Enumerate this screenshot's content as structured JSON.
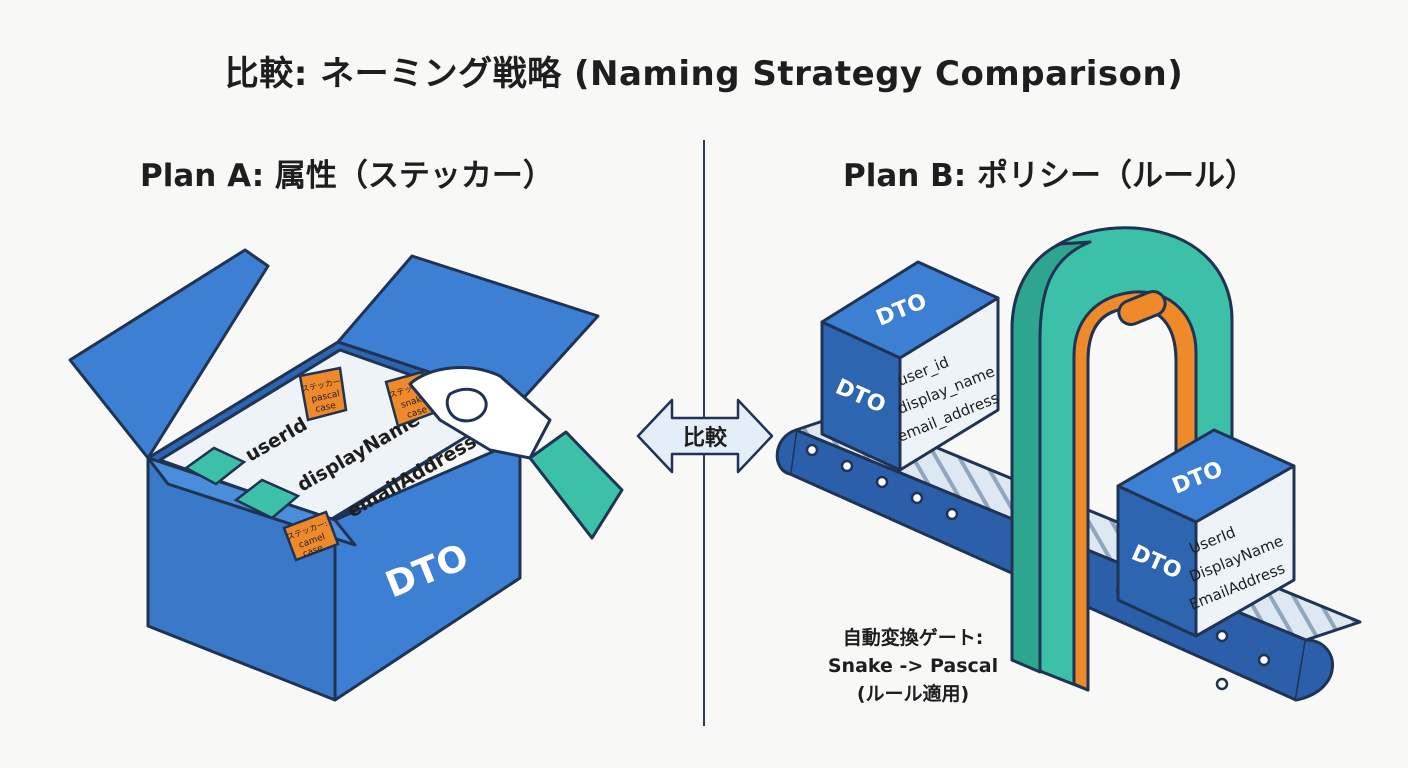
{
  "title": "比較: ネーミング戦略 (Naming Strategy Comparison)",
  "plan_a": {
    "title": "Plan A: 属性（ステッカー）",
    "box_label": "DTO",
    "fields": [
      "userId",
      "displayName",
      "emailAddress"
    ],
    "stickers": [
      {
        "line1": "ステッカー:",
        "line2": "pascal",
        "line3": "case"
      },
      {
        "line1": "ステッカー:",
        "line2": "snake",
        "line3": "case"
      },
      {
        "line1": "ステッカー:",
        "line2": "camel",
        "line3": "case"
      }
    ]
  },
  "compare_label": "比較",
  "plan_b": {
    "title": "Plan B: ポリシー（ルール）",
    "input_box": {
      "top": "DTO",
      "side": "DTO",
      "fields": [
        "user_id",
        "display_name",
        "email_address"
      ]
    },
    "output_box": {
      "top": "DTO",
      "side": "DTO",
      "fields": [
        "UserId",
        "DisplayName",
        "EmailAddress"
      ]
    },
    "gate_caption": [
      "自動変換ゲート:",
      "Snake -> Pascal",
      "(ルール適用)"
    ]
  },
  "colors": {
    "box_blue": "#3d7fd3",
    "box_blue_dark": "#2d65b0",
    "sticker_orange": "#ef8a2c",
    "teal": "#3cc1a8",
    "gate_orange": "#ee8a2a",
    "dark_line": "#1f3355"
  }
}
